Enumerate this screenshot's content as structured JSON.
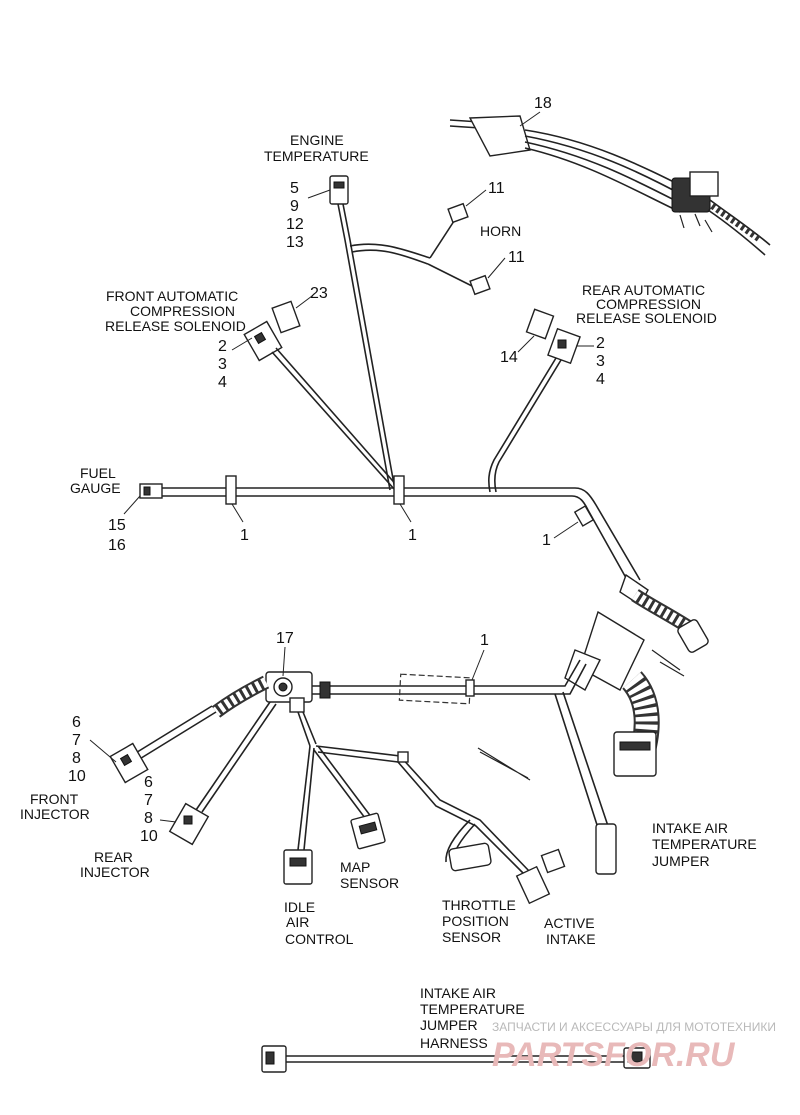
{
  "labels": {
    "engine_temp": [
      "ENGINE",
      "TEMPERATURE"
    ],
    "engine_temp_nums": [
      "5",
      "9",
      "12",
      "13"
    ],
    "horn": "HORN",
    "horn_nums": [
      "11",
      "11"
    ],
    "front_acr": [
      "FRONT AUTOMATIC",
      "COMPRESSION",
      "RELEASE SOLENOID"
    ],
    "front_acr_nums": [
      "2",
      "3",
      "4"
    ],
    "rear_acr": [
      "REAR AUTOMATIC",
      "COMPRESSION",
      "RELEASE SOLENOID"
    ],
    "rear_acr_nums": [
      "2",
      "3",
      "4"
    ],
    "fuel_gauge": [
      "FUEL",
      "GAUGE"
    ],
    "fuel_gauge_nums": [
      "15",
      "16"
    ],
    "front_injector": [
      "FRONT",
      "INJECTOR"
    ],
    "front_injector_nums": [
      "6",
      "7",
      "8",
      "10"
    ],
    "rear_injector": [
      "REAR",
      "INJECTOR"
    ],
    "rear_injector_nums": [
      "6",
      "7",
      "8",
      "10"
    ],
    "iac": [
      "IDLE",
      "AIR",
      "CONTROL"
    ],
    "map": [
      "MAP",
      "SENSOR"
    ],
    "tps": [
      "THROTTLE",
      "POSITION",
      "SENSOR"
    ],
    "active_intake": [
      "ACTIVE",
      "INTAKE"
    ],
    "iat_jumper": [
      "INTAKE AIR",
      "TEMPERATURE",
      "JUMPER"
    ],
    "iat_harness": [
      "INTAKE AIR",
      "TEMPERATURE",
      "JUMPER",
      "HARNESS"
    ]
  },
  "callouts": {
    "n18": "18",
    "n23": "23",
    "n14": "14",
    "n17": "17",
    "n1a": "1",
    "n1b": "1",
    "n1c": "1",
    "n1d": "1"
  },
  "watermark": {
    "line1": "ЗАПЧАСТИ И АКСЕССУАРЫ ДЛЯ МОТОТЕХНИКИ",
    "line2": "PARTSFOR.RU"
  }
}
